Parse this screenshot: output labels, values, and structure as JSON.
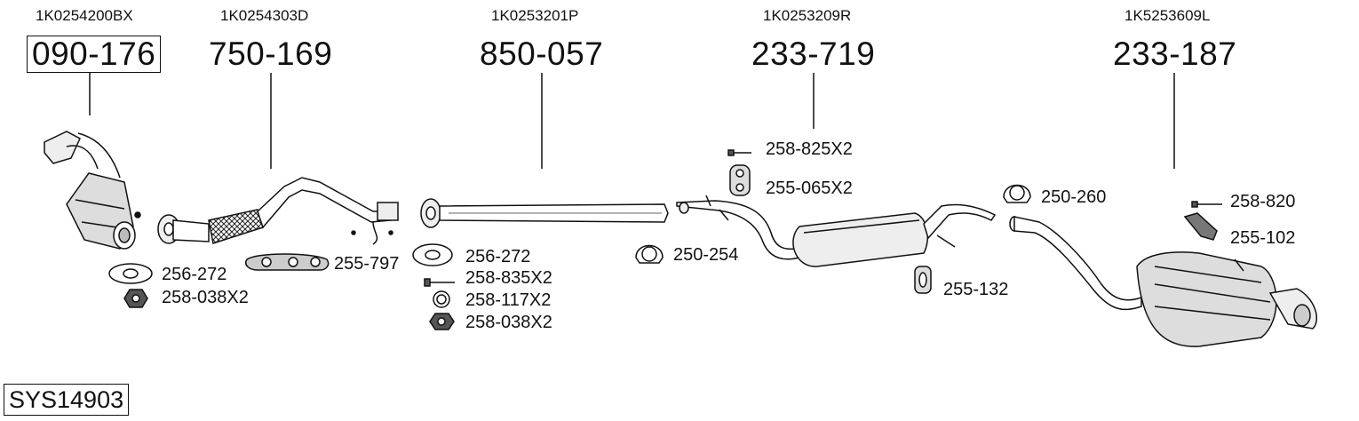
{
  "components": [
    {
      "oem": "1K0254200BX",
      "number": "090-176"
    },
    {
      "oem": "1K0254303D",
      "number": "750-169"
    },
    {
      "oem": "1K0253201P",
      "number": "850-057"
    },
    {
      "oem": "1K0253209R",
      "number": "233-719"
    },
    {
      "oem": "1K5253609L",
      "number": "233-187"
    }
  ],
  "accessories": [
    "256-272",
    "258-038X2",
    "255-797",
    "256-272",
    "258-835X2",
    "258-117X2",
    "258-038X2",
    "250-254",
    "258-825X2",
    "255-065X2",
    "255-132",
    "250-260",
    "258-820",
    "255-102"
  ],
  "system_code": "SYS14903"
}
